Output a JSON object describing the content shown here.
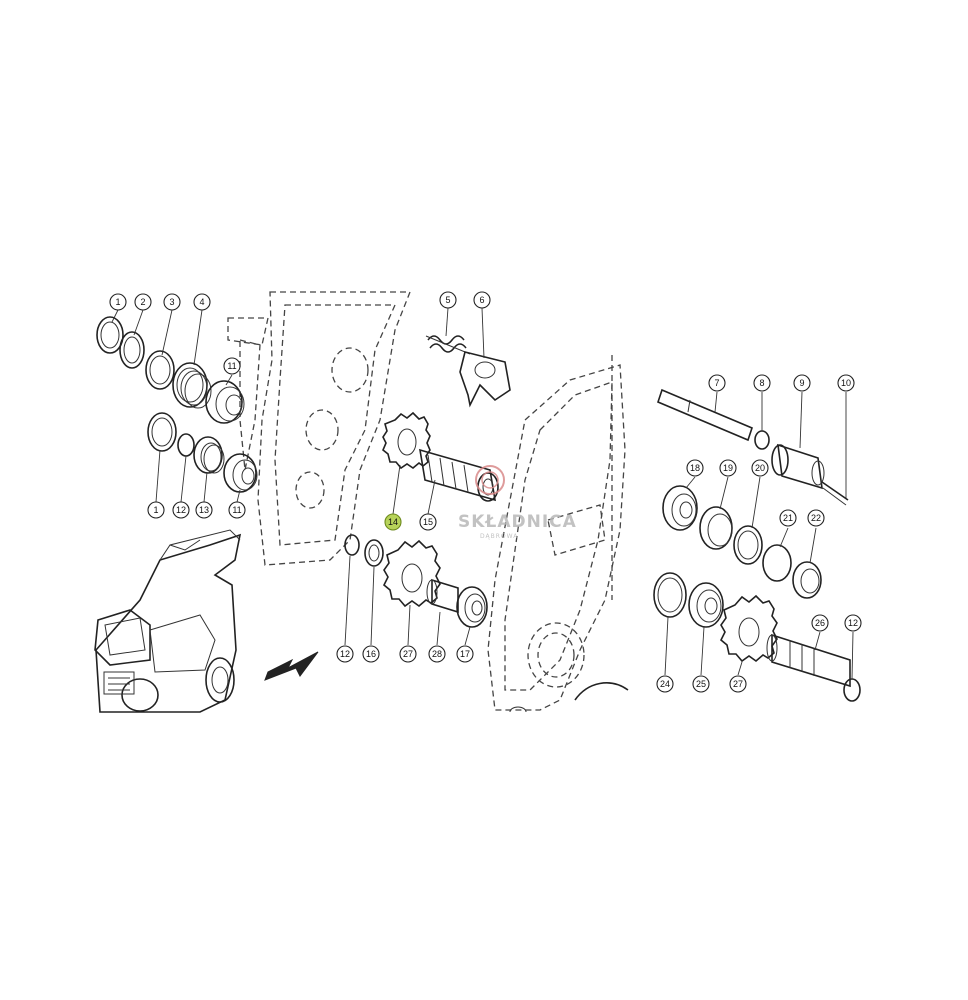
{
  "callouts": [
    {
      "id": "c-1a",
      "label": "1"
    },
    {
      "id": "c-2",
      "label": "2"
    },
    {
      "id": "c-3",
      "label": "3"
    },
    {
      "id": "c-4",
      "label": "4"
    },
    {
      "id": "c-5",
      "label": "5"
    },
    {
      "id": "c-6",
      "label": "6"
    },
    {
      "id": "c-7",
      "label": "7"
    },
    {
      "id": "c-8",
      "label": "8"
    },
    {
      "id": "c-9",
      "label": "9"
    },
    {
      "id": "c-10",
      "label": "10"
    },
    {
      "id": "c-11a",
      "label": "11"
    },
    {
      "id": "c-1b",
      "label": "1"
    },
    {
      "id": "c-12a",
      "label": "12"
    },
    {
      "id": "c-13",
      "label": "13"
    },
    {
      "id": "c-11b",
      "label": "11"
    },
    {
      "id": "c-14",
      "label": "14",
      "highlight": true
    },
    {
      "id": "c-15",
      "label": "15"
    },
    {
      "id": "c-18",
      "label": "18"
    },
    {
      "id": "c-19",
      "label": "19"
    },
    {
      "id": "c-20",
      "label": "20"
    },
    {
      "id": "c-21",
      "label": "21"
    },
    {
      "id": "c-22",
      "label": "22"
    },
    {
      "id": "c-12b",
      "label": "12"
    },
    {
      "id": "c-16",
      "label": "16"
    },
    {
      "id": "c-27a",
      "label": "27"
    },
    {
      "id": "c-28",
      "label": "28"
    },
    {
      "id": "c-17",
      "label": "17"
    },
    {
      "id": "c-26",
      "label": "26"
    },
    {
      "id": "c-12c",
      "label": "12"
    },
    {
      "id": "c-24",
      "label": "24"
    },
    {
      "id": "c-25",
      "label": "25"
    },
    {
      "id": "c-27b",
      "label": "27"
    }
  ],
  "watermark": {
    "brand": "SKŁADNICA",
    "sub": "DĄBROWA"
  },
  "colors": {
    "highlight": "#b7d35a",
    "watermark": "#b8b8b8",
    "logo_ring": "#d98a8a"
  }
}
